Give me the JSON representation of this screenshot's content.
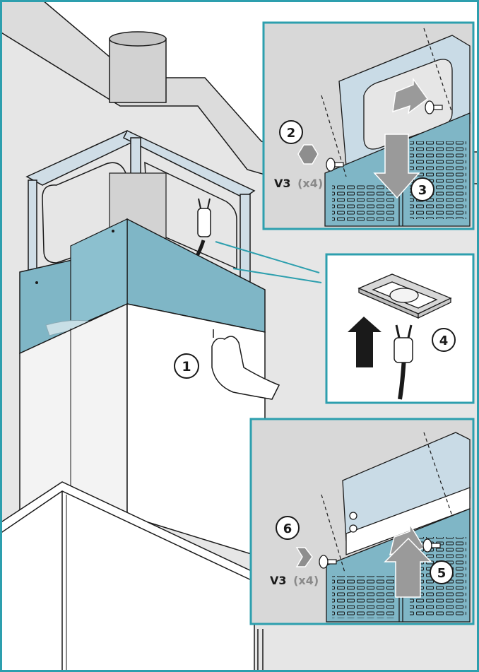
{
  "colors": {
    "teal": "#7fb6c6",
    "frame": "#2d9fae",
    "wall": "#e3e3e3",
    "inset_bg": "#d6d6d6",
    "line": "#1a1a1a"
  },
  "steps": {
    "s1": "1",
    "s2": "2",
    "s3": "3",
    "s4": "4",
    "s5": "5",
    "s6": "6"
  },
  "screw_top": {
    "code": "V3",
    "qty": "(x4)"
  },
  "screw_bottom": {
    "code": "V3",
    "qty": "(x4)"
  },
  "icons": [
    "arrow-icon",
    "screw-icon",
    "hand-icon",
    "power-plug-icon",
    "power-socket-icon"
  ]
}
